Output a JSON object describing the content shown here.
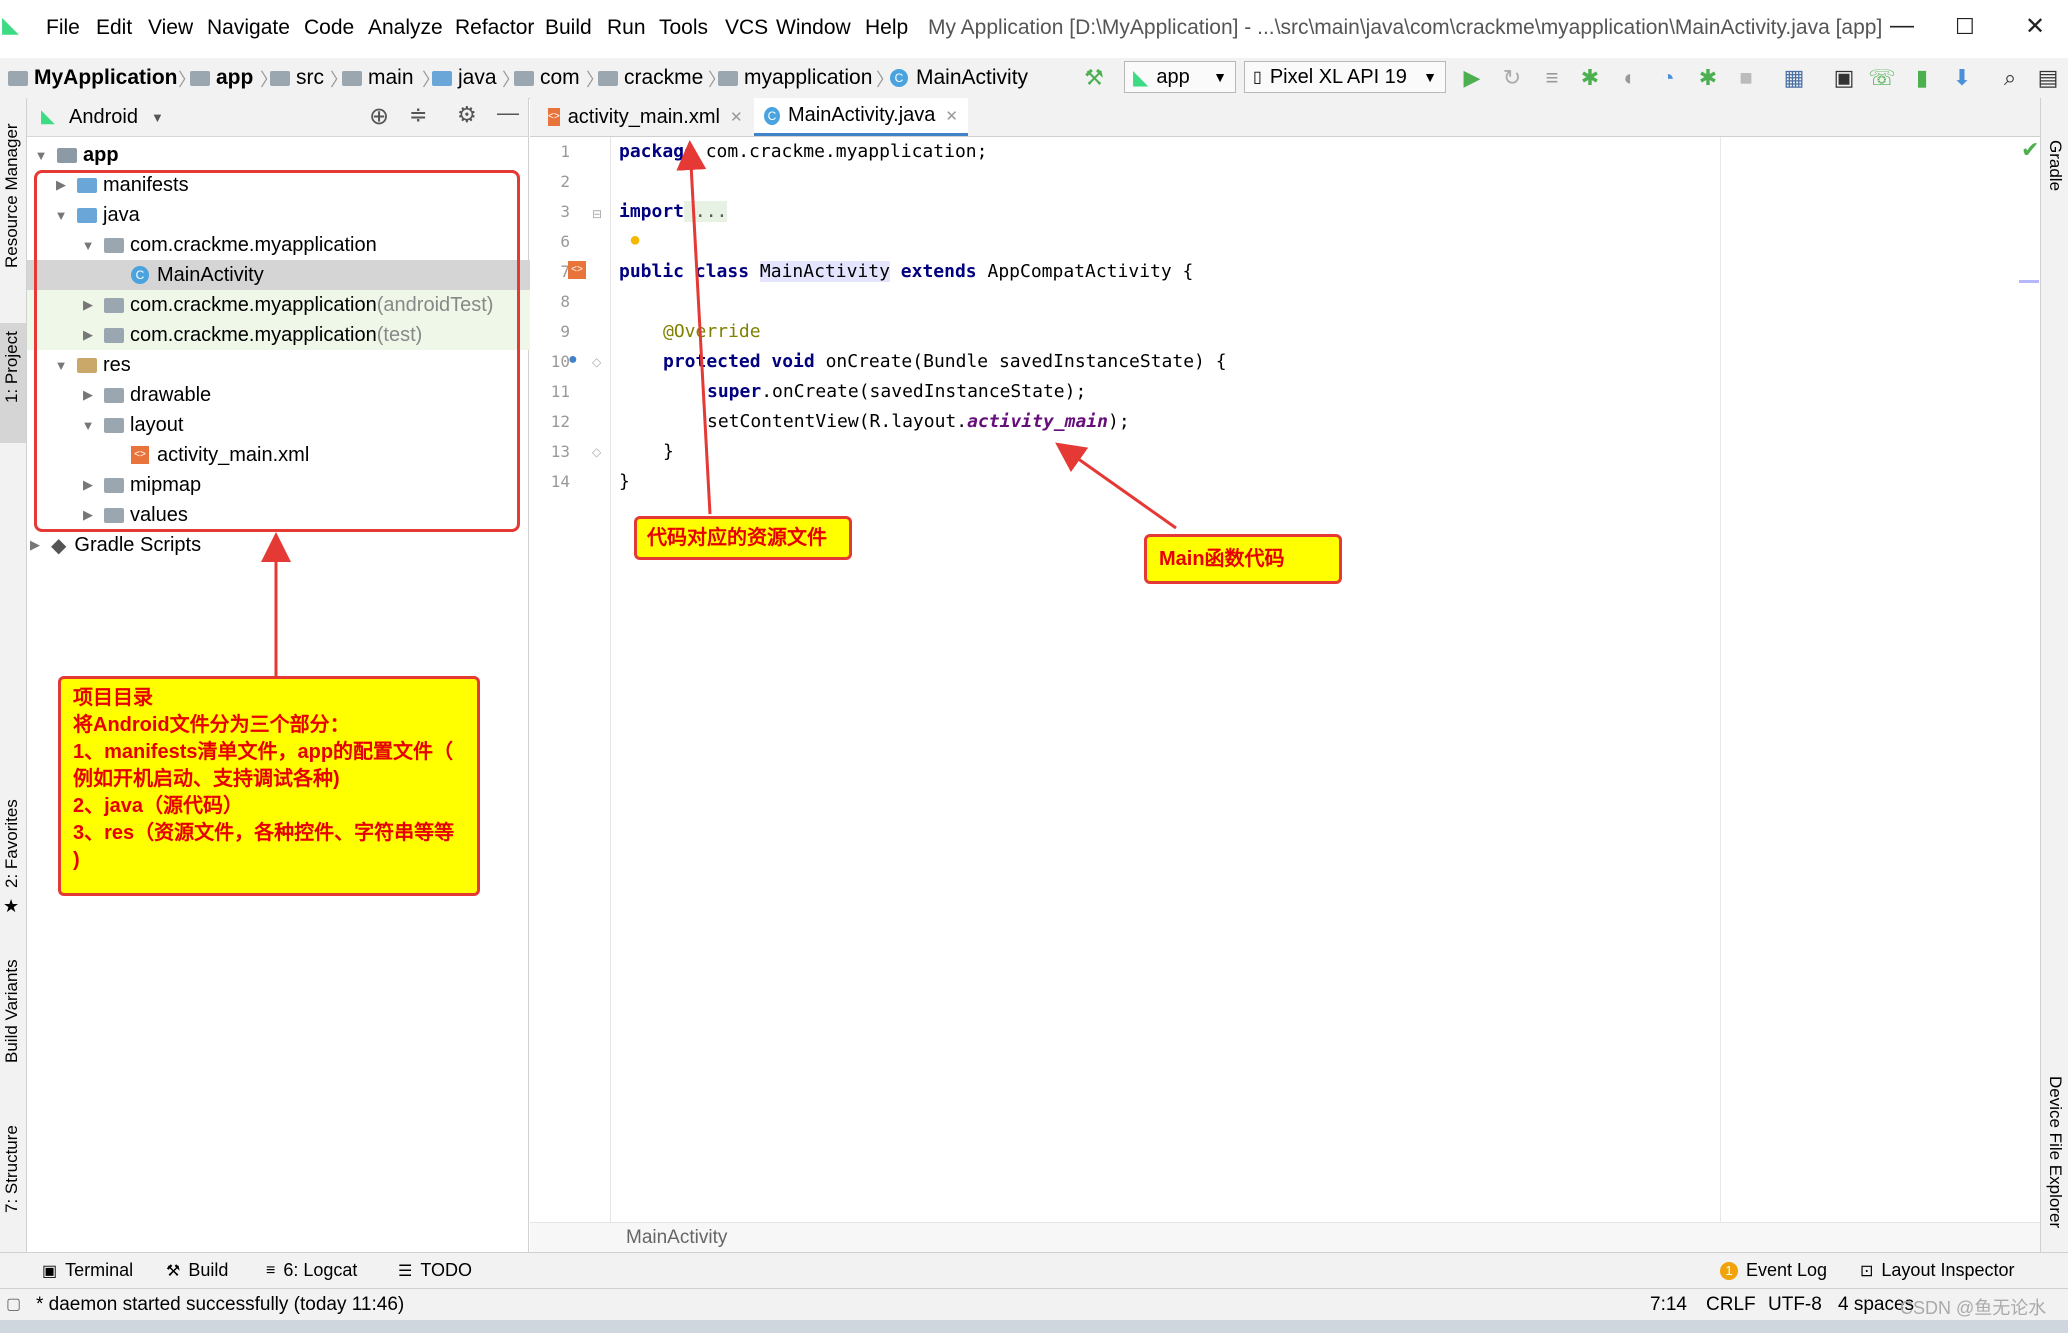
{
  "menu": {
    "items": [
      "File",
      "Edit",
      "View",
      "Navigate",
      "Code",
      "Analyze",
      "Refactor",
      "Build",
      "Run",
      "Tools",
      "VCS",
      "Window",
      "Help"
    ],
    "window_title": "My Application [D:\\MyApplication] - ...\\src\\main\\java\\com\\crackme\\myapplication\\MainActivity.java [app]"
  },
  "navbar": {
    "crumbs": [
      "MyApplication",
      "app",
      "src",
      "main",
      "java",
      "com",
      "crackme",
      "myapplication",
      "MainActivity"
    ],
    "run_config": "app",
    "device": "Pixel XL API 19"
  },
  "left_strip": {
    "tabs": [
      "Resource Manager",
      "1: Project",
      "2: Favorites",
      "Build Variants",
      "7: Structure"
    ]
  },
  "right_strip": {
    "tabs": [
      "Gradle",
      "Device File Explorer"
    ]
  },
  "project_panel": {
    "view_selector": "Android",
    "tree": [
      {
        "label": "app",
        "suffix": ""
      },
      {
        "label": "manifests",
        "suffix": ""
      },
      {
        "label": "java",
        "suffix": ""
      },
      {
        "label": "com.crackme.myapplication",
        "suffix": ""
      },
      {
        "label": "MainActivity",
        "suffix": ""
      },
      {
        "label": "com.crackme.myapplication",
        "suffix": " (androidTest)"
      },
      {
        "label": "com.crackme.myapplication",
        "suffix": " (test)"
      },
      {
        "label": "res",
        "suffix": ""
      },
      {
        "label": "drawable",
        "suffix": ""
      },
      {
        "label": "layout",
        "suffix": ""
      },
      {
        "label": "activity_main.xml",
        "suffix": ""
      },
      {
        "label": "mipmap",
        "suffix": ""
      },
      {
        "label": "values",
        "suffix": ""
      },
      {
        "label": "Gradle Scripts",
        "suffix": ""
      }
    ]
  },
  "editor": {
    "tabs": [
      "activity_main.xml",
      "MainActivity.java"
    ],
    "line_numbers": [
      "1",
      "2",
      "3",
      "6",
      "7",
      "8",
      "9",
      "10",
      "11",
      "12",
      "13",
      "14"
    ],
    "code": {
      "l1_kw": "package",
      "l1_rest": " com.crackme.myapplication;",
      "l3_kw": "import",
      "l3_fold": " ...",
      "l7_kw1": "public",
      "l7_kw2": " class ",
      "l7_name": "MainActivity",
      "l7_kw3": " extends",
      "l7_rest": " AppCompatActivity {",
      "l9_ann": "@Override",
      "l10_kw1": "protected",
      "l10_kw2": " void",
      "l10_rest": " onCreate(Bundle savedInstanceState) {",
      "l11_kw": "super",
      "l11_rest": ".onCreate(savedInstanceState);",
      "l12_pre": "setContentView(R.layout.",
      "l12_field": "activity_main",
      "l12_post": ");",
      "l13": "}",
      "l14": "}"
    },
    "breadcrumb": "MainActivity"
  },
  "tool_windows": {
    "left": [
      "Terminal",
      "Build",
      "6: Logcat",
      "TODO"
    ],
    "event_log_count": "1",
    "event_log": "Event Log",
    "layout_inspector": "Layout Inspector"
  },
  "status_bar": {
    "message": "* daemon started successfully (today 11:46)",
    "position": "7:14",
    "line_sep": "CRLF",
    "encoding": "UTF-8",
    "indent": "4 spaces",
    "watermark": "CSDN @鱼无论水"
  },
  "annotations": {
    "resource_callout": "代码对应的资源文件",
    "main_callout": "Main函数代码",
    "project_callout": [
      "项目目录",
      "将Android文件分为三个部分：",
      "1、manifests清单文件，app的配置文件（",
      "例如开机启动、支持调试各种)",
      "2、java（源代码）",
      "3、res（资源文件，各种控件、字符串等等",
      ")"
    ]
  },
  "colors": {
    "annotation_red": "#e53935",
    "callout_yellow": "#ffff00",
    "keyword": "#000080",
    "accent": "#4083c9"
  }
}
